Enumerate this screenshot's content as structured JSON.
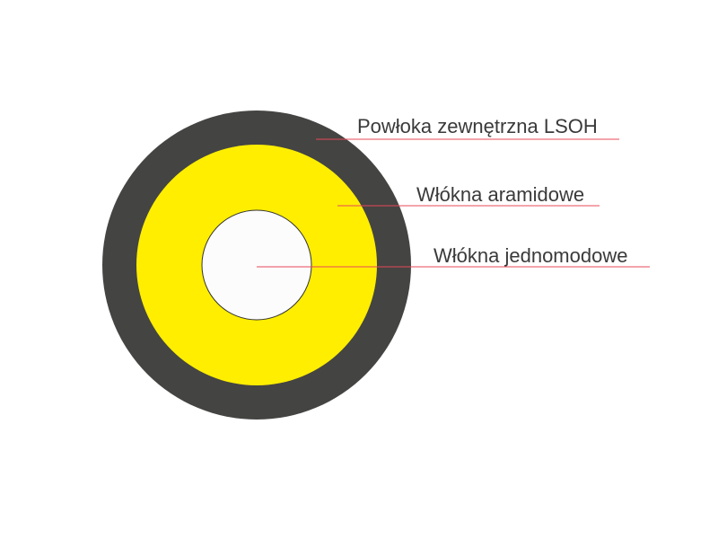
{
  "diagram": {
    "layers": [
      {
        "id": "outer-sheath",
        "label": "Powłoka zewnętrzna LSOH",
        "color": "#444442"
      },
      {
        "id": "aramid-fibers",
        "label": "Włókna aramidowe",
        "color": "#ffee00"
      },
      {
        "id": "single-mode-fibers",
        "label": "Włókna jednomodowe",
        "color": "#fcfcfc"
      }
    ],
    "leader_color": "#e8485a"
  }
}
